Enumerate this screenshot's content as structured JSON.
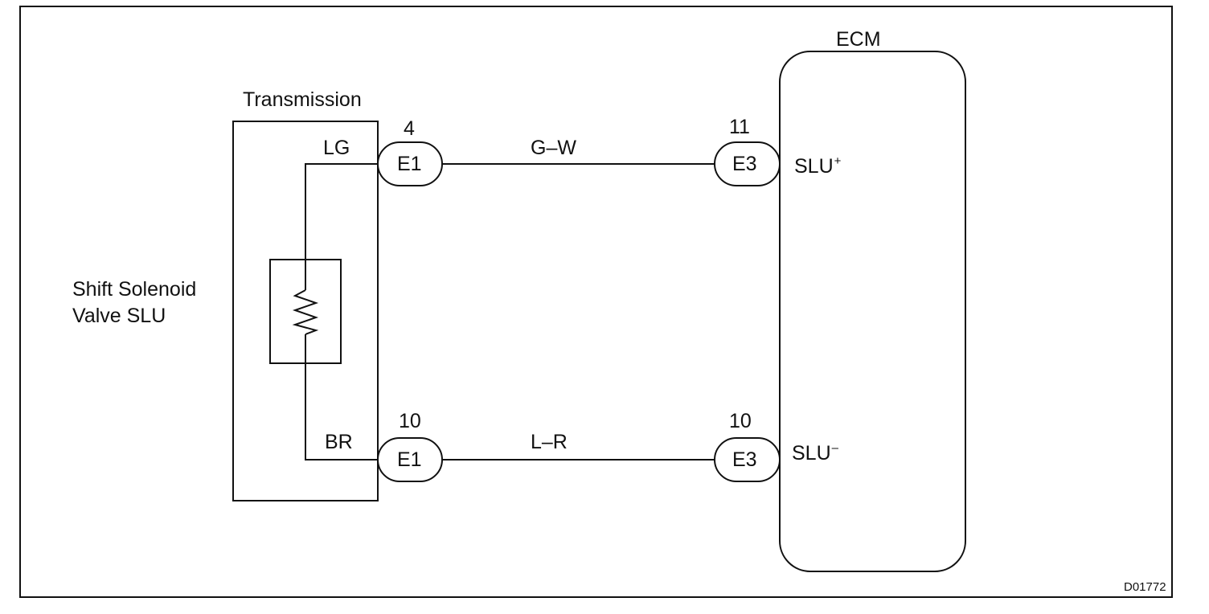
{
  "diagram": {
    "component_label_line1": "Shift Solenoid",
    "component_label_line2": "Valve SLU",
    "transmission_label": "Transmission",
    "ecm_label": "ECM",
    "figure_code": "D01772",
    "top_circuit": {
      "component_wire_color": "LG",
      "pin_left": "4",
      "connector_left": "E1",
      "harness_wire": "G–W",
      "pin_right": "11",
      "connector_right": "E3",
      "ecm_terminal": "SLU",
      "ecm_terminal_sign": "+"
    },
    "bottom_circuit": {
      "component_wire_color": "BR",
      "pin_left": "10",
      "connector_left": "E1",
      "harness_wire": "L–R",
      "pin_right": "10",
      "connector_right": "E3",
      "ecm_terminal": "SLU",
      "ecm_terminal_sign": "–"
    },
    "colors": {
      "line": "#111111",
      "background": "#ffffff"
    }
  }
}
